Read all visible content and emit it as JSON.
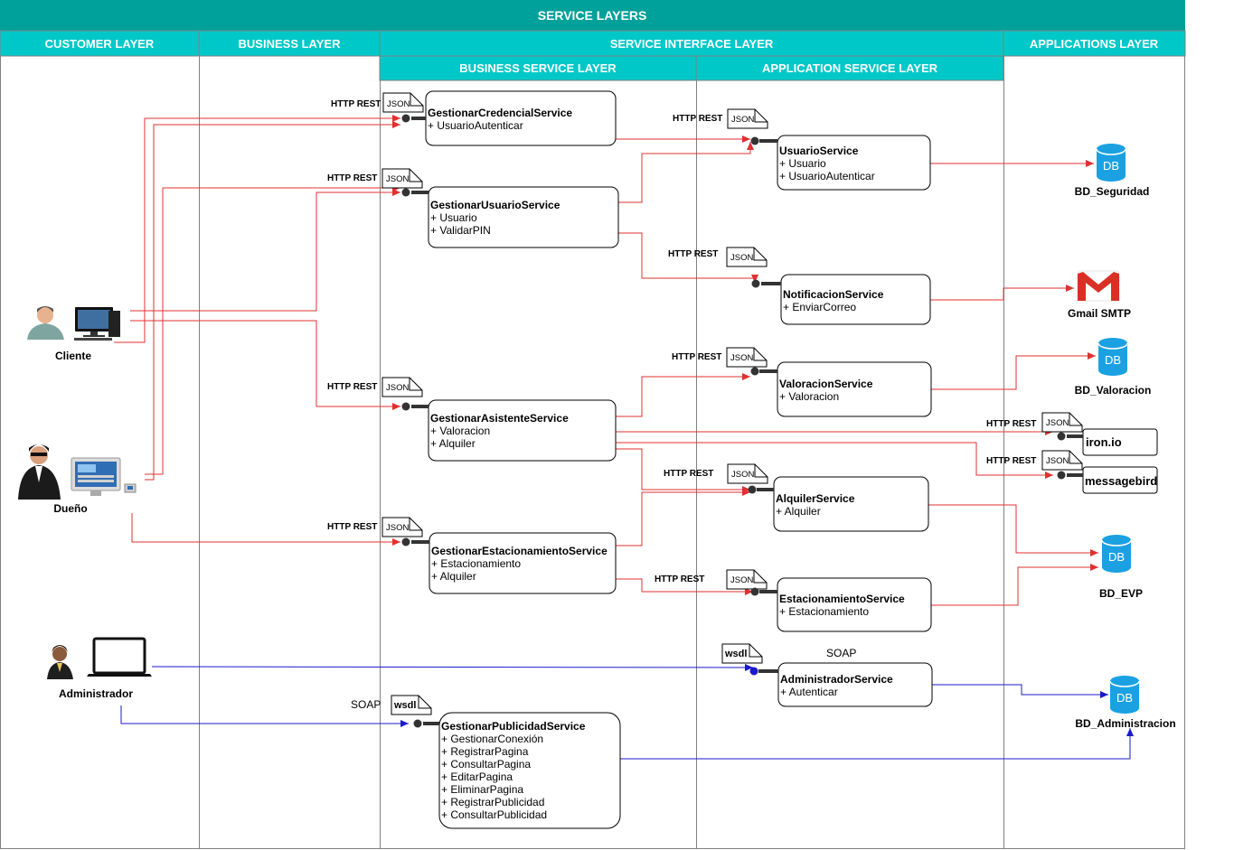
{
  "header": {
    "title": "SERVICE LAYERS",
    "lanes": {
      "customer": "CUSTOMER LAYER",
      "business": "BUSINESS LAYER",
      "service_interface": "SERVICE INTERFACE LAYER",
      "applications": "APPLICATIONS LAYER",
      "business_service": "BUSINESS SERVICE LAYER",
      "application_service": "APPLICATION SERVICE LAYER"
    },
    "color": "#00a19a",
    "subcolor": "#00c8c8"
  },
  "actors": {
    "cliente": "Cliente",
    "dueno": "Dueño",
    "administrador": "Administrador"
  },
  "protocols": {
    "http_rest": "HTTP REST",
    "soap": "SOAP",
    "json": "JSON",
    "wsdl": "wsdl"
  },
  "business_services": {
    "credencial": {
      "name": "GestionarCredencialService",
      "ops": [
        "+ UsuarioAutenticar"
      ]
    },
    "usuario": {
      "name": "GestionarUsuarioService",
      "ops": [
        "+ Usuario",
        "+ ValidarPIN"
      ]
    },
    "asistente": {
      "name": "GestionarAsistenteService",
      "ops": [
        "+ Valoracion",
        "+ Alquiler"
      ]
    },
    "estacionamiento": {
      "name": "GestionarEstacionamientoService",
      "ops": [
        "+ Estacionamiento",
        "+ Alquiler"
      ]
    },
    "publicidad": {
      "name": "GestionarPublicidadService",
      "ops": [
        "+ GestionarConexión",
        "+ RegistrarPagina",
        "+ ConsultarPagina",
        "+ EditarPagina",
        "+ EliminarPagina",
        "+ RegistrarPublicidad",
        "+ ConsultarPublicidad"
      ]
    }
  },
  "application_services": {
    "usuario": {
      "name": "UsuarioService",
      "ops": [
        "+ Usuario",
        "+ UsuarioAutenticar"
      ]
    },
    "notificacion": {
      "name": "NotificacionService",
      "ops": [
        "+ EnviarCorreo"
      ]
    },
    "valoracion": {
      "name": "ValoracionService",
      "ops": [
        "+ Valoracion"
      ]
    },
    "alquiler": {
      "name": "AlquilerService",
      "ops": [
        "+ Alquiler"
      ]
    },
    "estacionamiento": {
      "name": "EstacionamientoService",
      "ops": [
        "+ Estacionamiento"
      ]
    },
    "administrador": {
      "name": "AdministradorService",
      "ops": [
        "+ Autenticar"
      ]
    }
  },
  "external": {
    "ironio": "iron.io",
    "messagebird": "messagebird",
    "gmail": "Gmail SMTP"
  },
  "databases": {
    "icon_text": "DB",
    "seguridad": "BD_Seguridad",
    "valoracion": "BD_Valoracion",
    "evp": "BD_EVP",
    "administracion": "BD_Administracion"
  },
  "colors": {
    "rest_link": "#e03030",
    "soap_link": "#1a1acc",
    "db_icon": "#1ba1e2",
    "gmail_red": "#d93025"
  }
}
